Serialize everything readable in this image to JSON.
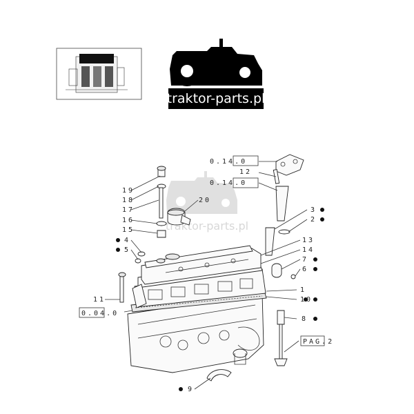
{
  "logo": {
    "text": "traktor-parts.pl"
  },
  "watermark": {
    "text": "traktor-parts.pl"
  },
  "labels": {
    "ref_top1": "0.14.0",
    "ref_top2": "0.14.0",
    "ref_left": "0.04.0",
    "ref_pag": "PAG.2",
    "n12": "12",
    "n19": "19",
    "n18": "18",
    "n17": "17",
    "n20": "20",
    "n16": "16",
    "n15": "15",
    "n3": "3",
    "n2": "2",
    "n4": "4",
    "n5": "5",
    "n13": "13",
    "n14": "14",
    "n7": "7",
    "n6": "6",
    "n11": "11",
    "n1": "1",
    "n10": "10",
    "n8": "8",
    "n9": "9"
  },
  "colors": {
    "ink": "#222222",
    "logo_bg": "#000000",
    "watermark": "#c8c8c8"
  }
}
